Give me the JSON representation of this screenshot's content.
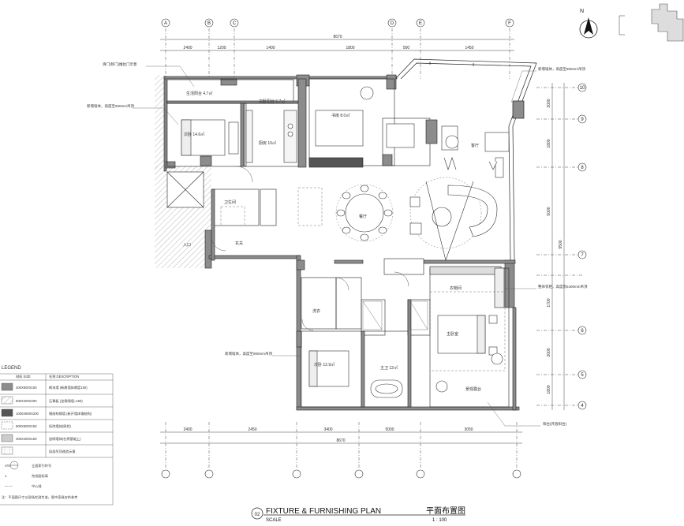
{
  "drawing": {
    "title_en": "FIXTURE & FURNISHING PLAN",
    "title_cn": "平面布置图",
    "scale_label": "SCALE",
    "scale_value": "1 : 100",
    "number": "02"
  },
  "grid_top": [
    "A",
    "B",
    "C",
    "D",
    "E",
    "F"
  ],
  "grid_right": [
    "10",
    "9",
    "8",
    "7",
    "6",
    "5",
    "4"
  ],
  "dims_top": {
    "overall": "8670",
    "segments": [
      "2400",
      "1200",
      "1400",
      "1800",
      "500",
      "1450"
    ]
  },
  "dims_bottom": {
    "overall": "8670",
    "segments": [
      "2400",
      "2450",
      "3400",
      "5000",
      "3050"
    ]
  },
  "dims_right": {
    "overall": "9500",
    "segments": [
      "3000",
      "1800",
      "5000",
      "1700",
      "3000",
      "1800"
    ]
  },
  "rooms": [
    {
      "id": "balcony",
      "label": "生活阳台 4.7㎡"
    },
    {
      "id": "balcony2",
      "label": "次卧阳台 5.7㎡"
    },
    {
      "id": "bedroom2",
      "label": "次卧 14.6㎡"
    },
    {
      "id": "kitchen",
      "label": "厨房 10㎡"
    },
    {
      "id": "study",
      "label": "书房 8.0㎡"
    },
    {
      "id": "bath",
      "label": "卫生间"
    },
    {
      "id": "dining",
      "label": "餐厅"
    },
    {
      "id": "living",
      "label": "客厅"
    },
    {
      "id": "hall",
      "label": "玄关"
    },
    {
      "id": "entry",
      "label": "入口"
    },
    {
      "id": "bedroom3",
      "label": "次卧 12.9㎡"
    },
    {
      "id": "master_bath",
      "label": "主卫 12㎡"
    },
    {
      "id": "master_bed",
      "label": "主卧室"
    },
    {
      "id": "cloak",
      "label": "衣帽间"
    },
    {
      "id": "terrace",
      "label": "景观露台"
    },
    {
      "id": "laundry",
      "label": "洗衣"
    }
  ],
  "annotations": [
    {
      "id": "a1",
      "text": "滑门(移门)推拉门示意"
    },
    {
      "id": "a2",
      "text": "新增墙体，高度至900mm吊顶"
    },
    {
      "id": "a3",
      "text": "新增墙体，高度至800mm吊顶"
    },
    {
      "id": "a4",
      "text": "整体衣柜，高度到2400mm吊顶"
    },
    {
      "id": "a5",
      "text": "新增墙体，高度至900mm吊顶"
    },
    {
      "id": "a6",
      "text": "阳台(开放阳台)"
    }
  ],
  "legend": {
    "title": "LEGEND",
    "col_headers": [
      "材料 SIZE",
      "名称 DESCRIPTION"
    ],
    "rows": [
      {
        "size": "400X600X150",
        "desc": "砌块墙 (新建墙体厚度150)"
      },
      {
        "size": "600X400X200",
        "desc": "石膏板 (龙骨隔墙=150)"
      },
      {
        "size": "1000X600X200",
        "desc": "钢结构隔墙 (新开墙体钢结构)"
      },
      {
        "size": "600X600X150",
        "desc": "拆除墙体(原状)"
      },
      {
        "size": "400X400X150",
        "desc": "加砌墙体(在原基础上)"
      },
      {
        "size": "",
        "desc": "局部吊顶改造示意"
      }
    ],
    "symbols": [
      {
        "sym": "A/XX",
        "desc": "立面索引符号"
      },
      {
        "sym": "±",
        "desc": "完成面标高"
      },
      {
        "sym": "—·—",
        "desc": "中心线"
      }
    ],
    "footnote": "注：平面图尺寸以现场实测为准，图中家具仅供参考"
  },
  "colors": {
    "line": "#222222",
    "wall": "#8c8c8c",
    "hatch": "#9a9a9a",
    "accent": "#333333"
  }
}
